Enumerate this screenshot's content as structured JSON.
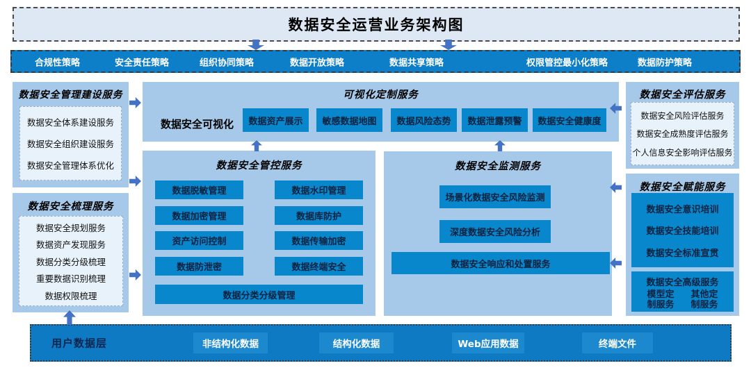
{
  "diagram": {
    "title": "数据安全运营业务架构图",
    "policy_bar": {
      "items": [
        "合规性策略",
        "安全责任策略",
        "组织协同策略",
        "数据开放策略",
        "数据共享策略",
        "权限管控最小化策略",
        "数据防护策略"
      ]
    },
    "left_column": {
      "management_box": {
        "title": "数据安全管理建设服务",
        "items": [
          "数据安全体系建设服务",
          "数据安全组织建设服务",
          "数据安全管理体系优化"
        ]
      },
      "combing_box": {
        "title": "数据安全梳理服务",
        "items": [
          "数据安全规划服务",
          "数据资产发现服务",
          "数据分类分级梳理",
          "重要数据识别梳理",
          "数据权限梳理"
        ]
      }
    },
    "visualization_box": {
      "title": "可视化定制服务",
      "label": "数据安全可视化",
      "buttons": [
        "数据资产展示",
        "敏感数据地图",
        "数据风险态势",
        "数据泄露预警",
        "数据安全健康度"
      ]
    },
    "control_box": {
      "title": "数据安全管控服务",
      "left_buttons": [
        "数据脱敏管理",
        "数据加密管理",
        "资产访问控制",
        "数据防泄密"
      ],
      "right_buttons": [
        "数据水印管理",
        "数据库防护",
        "数据传输加密",
        "数据终端安全"
      ],
      "bottom_button": "数据分类分级管理"
    },
    "monitoring_box": {
      "title": "数据安全监测服务",
      "buttons": [
        "场景化数据安全风险监测",
        "深度数据安全风险分析",
        "数据安全响应和处置服务"
      ]
    },
    "right_column": {
      "assessment_box": {
        "title": "数据安全评估服务",
        "items": [
          "数据安全风险评估服务",
          "数据安全成熟度评估服务",
          "个人信息安全影响评估服务"
        ]
      },
      "enablement_box": {
        "title": "数据安全赋能服务",
        "training_items": [
          "数据安全意识培训",
          "数据安全技能培训",
          "数据安全标准宣贯"
        ],
        "advanced": {
          "title": "数据安全高级服务",
          "items": [
            "模型定制服务",
            "其他定制服务"
          ]
        }
      }
    },
    "user_data_layer": {
      "label": "用户数据层",
      "chips": [
        "非结构化数据",
        "结构化数据",
        "Web应用数据",
        "终端文件"
      ]
    },
    "colors": {
      "strong_blue": "#0887cc",
      "panel_blue": "#a7c9e9",
      "pale_blue": "#dde8f4",
      "strip_blue": "#0d7ec8",
      "arrow_blue": "#4472c4",
      "dark_text": "#0d2240",
      "white": "#ffffff"
    }
  }
}
